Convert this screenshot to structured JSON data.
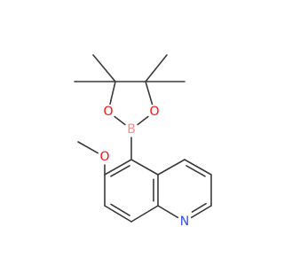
{
  "structure": {
    "atoms": [
      {
        "id": "c_me2a",
        "label": ""
      },
      {
        "id": "c_me1a",
        "label": ""
      },
      {
        "id": "c_me1b",
        "label": ""
      },
      {
        "id": "c_me2b",
        "label": ""
      },
      {
        "id": "c4a",
        "label": ""
      },
      {
        "id": "c5a",
        "label": ""
      },
      {
        "id": "o1",
        "label": "O",
        "color": "#ff0d0d"
      },
      {
        "id": "o2",
        "label": "O",
        "color": "#ff0d0d"
      },
      {
        "id": "b",
        "label": "B",
        "color": "#ff8c8c"
      },
      {
        "id": "c5",
        "label": ""
      },
      {
        "id": "c6",
        "label": ""
      },
      {
        "id": "c4a_q",
        "label": ""
      },
      {
        "id": "o_me",
        "label": "O",
        "color": "#ff0d0d"
      },
      {
        "id": "c_ome",
        "label": ""
      },
      {
        "id": "c7",
        "label": ""
      },
      {
        "id": "c8",
        "label": ""
      },
      {
        "id": "c8a",
        "label": ""
      },
      {
        "id": "c4",
        "label": ""
      },
      {
        "id": "c3",
        "label": ""
      },
      {
        "id": "c2",
        "label": ""
      },
      {
        "id": "n1",
        "label": "N",
        "color": "#3050f8"
      }
    ],
    "bonds": [
      {
        "a": "c_me1a",
        "b": "c4a",
        "order": 1
      },
      {
        "a": "c_me2a",
        "b": "c4a",
        "order": 1
      },
      {
        "a": "c_me1b",
        "b": "c5a",
        "order": 1
      },
      {
        "a": "c_me2b",
        "b": "c5a",
        "order": 1
      },
      {
        "a": "c4a",
        "b": "c5a",
        "order": 1
      },
      {
        "a": "c4a",
        "b": "o1",
        "order": 1
      },
      {
        "a": "c5a",
        "b": "o2",
        "order": 1
      },
      {
        "a": "o1",
        "b": "b",
        "order": 1
      },
      {
        "a": "o2",
        "b": "b",
        "order": 1
      },
      {
        "a": "b",
        "b": "c5",
        "order": 1
      },
      {
        "a": "c5",
        "b": "c6",
        "order": 2
      },
      {
        "a": "c6",
        "b": "o_me",
        "order": 1
      },
      {
        "a": "o_me",
        "b": "c_ome",
        "order": 1
      },
      {
        "a": "c6",
        "b": "c7",
        "order": 1
      },
      {
        "a": "c7",
        "b": "c8",
        "order": 2
      },
      {
        "a": "c8",
        "b": "c8a",
        "order": 1
      },
      {
        "a": "c8a",
        "b": "c4a_q",
        "order": 2
      },
      {
        "a": "c4a_q",
        "b": "c5",
        "order": 1
      },
      {
        "a": "c4a_q",
        "b": "c4",
        "order": 1
      },
      {
        "a": "c4",
        "b": "c3",
        "order": 2
      },
      {
        "a": "c3",
        "b": "c2",
        "order": 1
      },
      {
        "a": "c2",
        "b": "n1",
        "order": 2
      },
      {
        "a": "n1",
        "b": "c8a",
        "order": 1
      }
    ]
  }
}
